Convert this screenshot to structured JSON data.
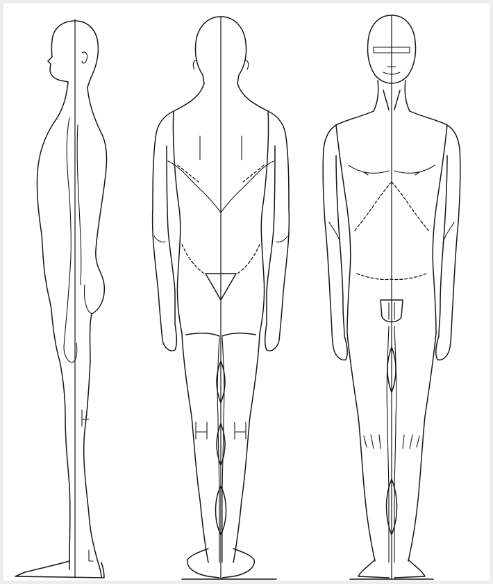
{
  "figures": [
    {
      "view": "side"
    },
    {
      "view": "back"
    },
    {
      "view": "front"
    }
  ]
}
